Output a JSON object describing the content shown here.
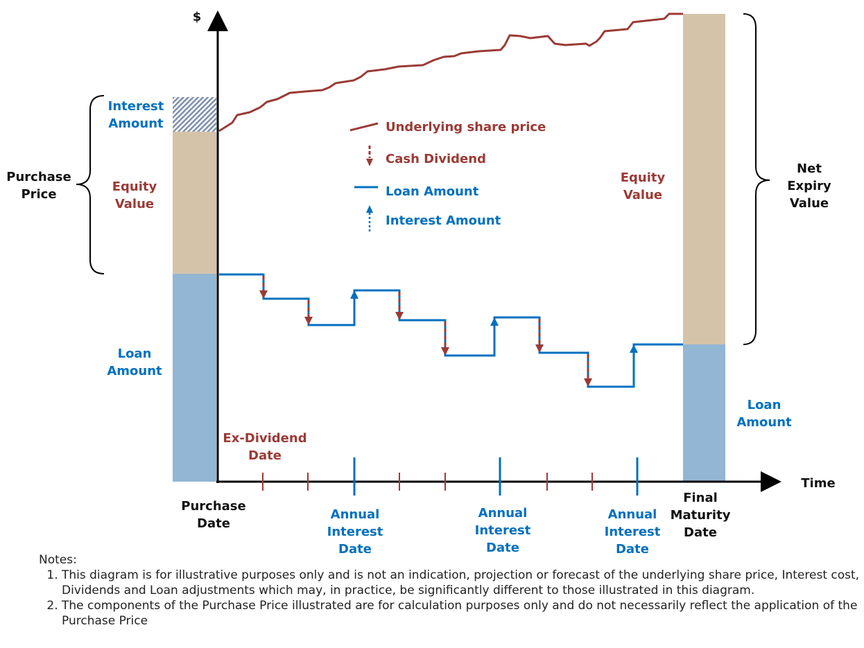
{
  "axis": {
    "y_label": "$",
    "x_label": "Time"
  },
  "left_bar": {
    "interest": [
      "Interest",
      "Amount"
    ],
    "equity": [
      "Equity",
      "Value"
    ],
    "loan": [
      "Loan",
      "Amount"
    ],
    "brace_label": [
      "Purchase",
      "Price"
    ]
  },
  "right_bar": {
    "equity": [
      "Equity",
      "Value"
    ],
    "loan": [
      "Loan",
      "Amount"
    ],
    "brace_label": [
      "Net",
      "Expiry",
      "Value"
    ]
  },
  "legend": {
    "share_price": "Underlying share price",
    "dividend": "Cash Dividend",
    "loan": "Loan Amount",
    "interest": "Interest Amount"
  },
  "x_labels": {
    "ex_dividend": [
      "Ex-Dividend",
      "Date"
    ],
    "purchase": [
      "Purchase",
      "Date"
    ],
    "annual_interest": [
      "Annual",
      "Interest",
      "Date"
    ],
    "final": [
      "Final",
      "Maturity",
      "Date"
    ]
  },
  "notes": {
    "title": "Notes:",
    "items": [
      "This diagram is for illustrative purposes only and is not an indication, projection or forecast of the underlying share price, Interest cost, Dividends and Loan adjustments which may, in practice, be significantly different to those illustrated in this diagram.",
      "The components of the Purchase Price illustrated are for calculation purposes only and do not necessarily reflect the application of the Purchase Price"
    ]
  },
  "colors": {
    "share": "#9b3a35",
    "loan": "#0070c0",
    "equity": "#d5c3a9",
    "loan_fill": "#93b6d4"
  }
}
